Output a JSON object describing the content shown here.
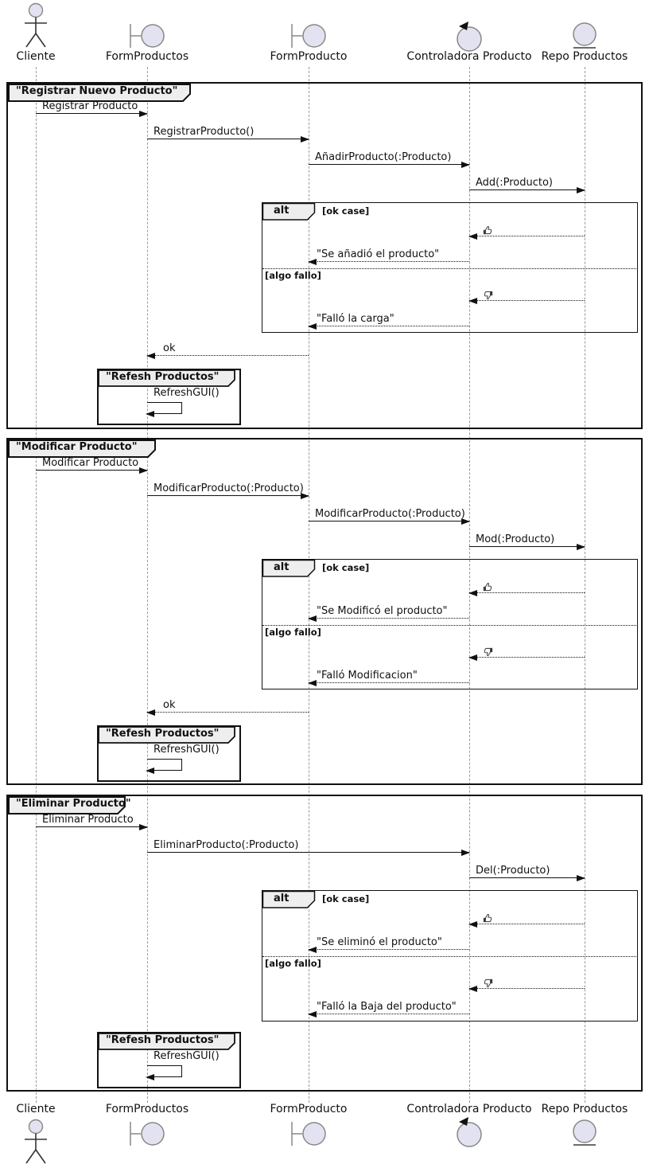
{
  "diagram": {
    "type": "uml-sequence",
    "participants": [
      {
        "label": "Cliente",
        "icon": "actor-icon"
      },
      {
        "label": "FormProductos",
        "icon": "boundary-icon"
      },
      {
        "label": "FormProducto",
        "icon": "boundary-icon"
      },
      {
        "label": "Controladora Producto",
        "icon": "control-icon"
      },
      {
        "label": "Repo Productos",
        "icon": "entity-icon"
      }
    ],
    "alt_operator": "alt",
    "guards": {
      "ok": "[ok case]",
      "fail": "[algo fallo]"
    },
    "frames": [
      {
        "title": "\"Registrar Nuevo Producto\"",
        "messages": [
          "Registrar Producto",
          "RegistrarProducto()",
          "AñadirProducto(:Producto)",
          "Add(:Producto)"
        ],
        "ok_return": "\"Se añadió el producto\"",
        "fail_return": "\"Falló la carga\"",
        "ok_ack": "ok",
        "refresh": {
          "title": "\"Refesh Productos\"",
          "message": "RefreshGUI()"
        }
      },
      {
        "title": "\"Modificar Producto\"",
        "messages": [
          "Modificar Producto",
          "ModificarProducto(:Producto)",
          "ModificarProducto(:Producto)",
          "Mod(:Producto)"
        ],
        "ok_return": "\"Se Modificó el producto\"",
        "fail_return": "\"Falló Modificacion\"",
        "ok_ack": "ok",
        "refresh": {
          "title": "\"Refesh Productos\"",
          "message": "RefreshGUI()"
        }
      },
      {
        "title": "\"Eliminar Producto\"",
        "messages": [
          "Eliminar Producto",
          "EliminarProducto(:Producto)",
          "Del(:Producto)"
        ],
        "ok_return": "\"Se eliminó el producto\"",
        "fail_return": "\"Falló la Baja del producto\"",
        "refresh": {
          "title": "\"Refesh Productos\"",
          "message": "RefreshGUI()"
        }
      }
    ],
    "icons": {
      "result_ok": "thumbs-up-icon",
      "result_fail": "thumbs-down-icon"
    },
    "colors": {
      "participant_fill": "#E2E2F0",
      "frame_label_bg": "#EEEEEE",
      "line": "#181818",
      "lifeline": "#999999"
    }
  }
}
